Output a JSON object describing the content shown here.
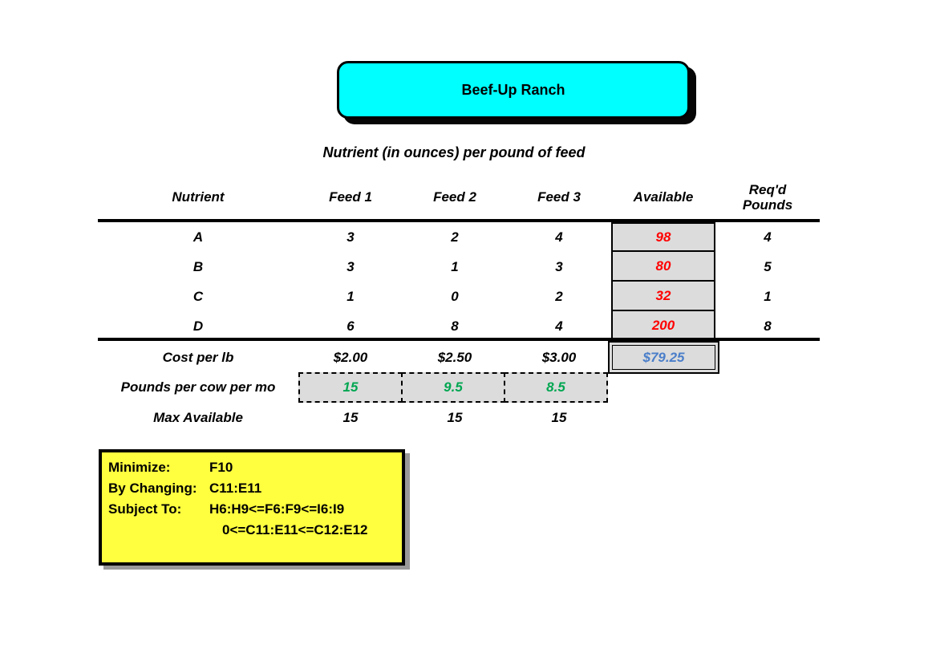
{
  "title_box": {
    "label": "Beef-Up Ranch",
    "fill": "#00ffff"
  },
  "subtitle": "Nutrient (in ounces) per pound of feed",
  "table": {
    "headers": {
      "nutrient": "Nutrient",
      "feed1": "Feed 1",
      "feed2": "Feed 2",
      "feed3": "Feed 3",
      "available": "Available",
      "reqd_line1": "Req'd",
      "reqd_line2": "Pounds"
    },
    "rows": [
      {
        "name": "A",
        "feed1": "3",
        "feed2": "2",
        "feed3": "4",
        "available": "98",
        "reqd": "4"
      },
      {
        "name": "B",
        "feed1": "3",
        "feed2": "1",
        "feed3": "3",
        "available": "80",
        "reqd": "5"
      },
      {
        "name": "C",
        "feed1": "1",
        "feed2": "0",
        "feed3": "2",
        "available": "32",
        "reqd": "1"
      },
      {
        "name": "D",
        "feed1": "6",
        "feed2": "8",
        "feed3": "4",
        "available": "200",
        "reqd": "8"
      }
    ],
    "cost_row": {
      "label": "Cost per lb",
      "feed1": "$2.00",
      "feed2": "$2.50",
      "feed3": "$3.00",
      "total": "$79.25"
    },
    "pounds_row": {
      "label": "Pounds per cow per mo",
      "feed1": "15",
      "feed2": "9.5",
      "feed3": "8.5"
    },
    "max_row": {
      "label": "Max Available",
      "feed1": "15",
      "feed2": "15",
      "feed3": "15"
    }
  },
  "solver_box": {
    "lines": [
      {
        "label": "Minimize:",
        "value": "F10"
      },
      {
        "label": "By Changing:",
        "value": "C11:E11"
      },
      {
        "label": "Subject To:",
        "value": "H6:H9<=F6:F9<=I6:I9"
      },
      {
        "label": "",
        "value": "0<=C11:E11<=C12:E12"
      }
    ]
  },
  "colors": {
    "title_fill": "#00ffff",
    "solver_fill": "#ffff40",
    "cell_fill": "#dcdcdc",
    "available_text": "#ff0000",
    "changing_text": "#00a651",
    "total_text": "#4a7ec9",
    "text": "#000000"
  }
}
